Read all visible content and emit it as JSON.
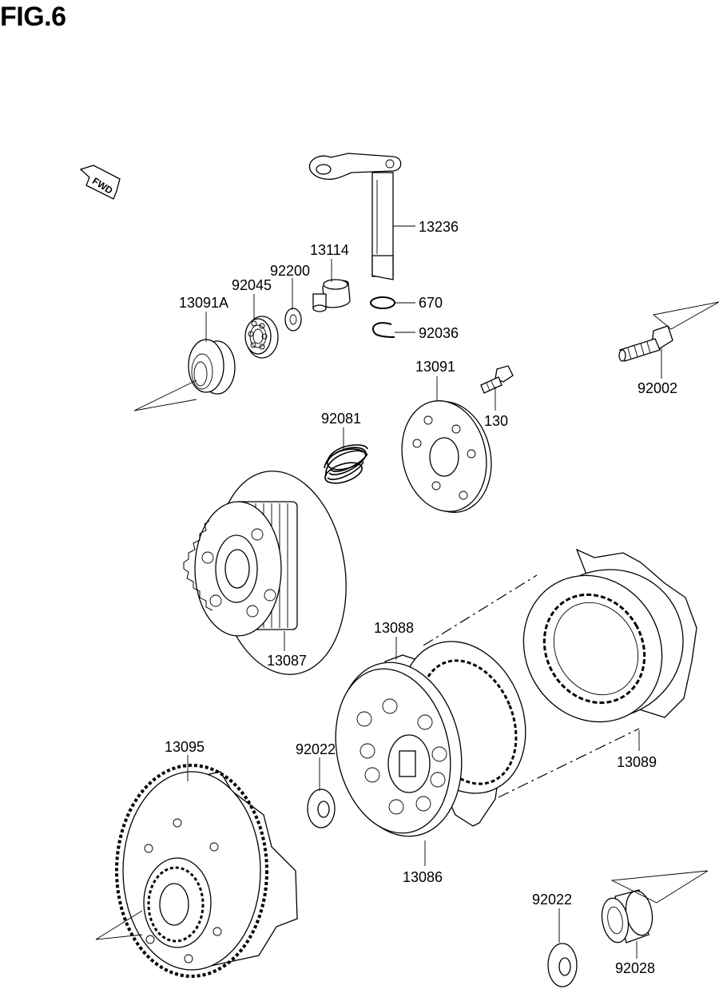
{
  "figure": {
    "title": "FIG.6"
  },
  "fwd_arrow": {
    "text": "FWD"
  },
  "parts": [
    {
      "id": "13236",
      "label": "13236"
    },
    {
      "id": "13114",
      "label": "13114"
    },
    {
      "id": "92200",
      "label": "92200"
    },
    {
      "id": "92045",
      "label": "92045"
    },
    {
      "id": "13091A",
      "label": "13091A"
    },
    {
      "id": "670",
      "label": "670"
    },
    {
      "id": "92036",
      "label": "92036"
    },
    {
      "id": "92002",
      "label": "92002"
    },
    {
      "id": "13091",
      "label": "13091"
    },
    {
      "id": "130",
      "label": "130"
    },
    {
      "id": "92081",
      "label": "92081"
    },
    {
      "id": "13087",
      "label": "13087"
    },
    {
      "id": "13088",
      "label": "13088"
    },
    {
      "id": "13089",
      "label": "13089"
    },
    {
      "id": "13095",
      "label": "13095"
    },
    {
      "id": "92022a",
      "label": "92022"
    },
    {
      "id": "13086",
      "label": "13086"
    },
    {
      "id": "92022b",
      "label": "92022"
    },
    {
      "id": "92028",
      "label": "92028"
    }
  ]
}
